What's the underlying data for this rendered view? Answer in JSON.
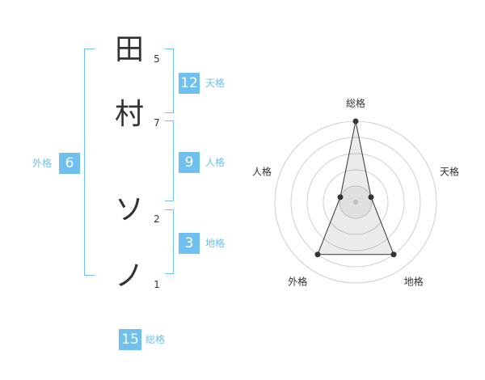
{
  "name": {
    "characters": [
      {
        "char": "田",
        "strokes": "5"
      },
      {
        "char": "村",
        "strokes": "7"
      },
      {
        "char": "ソ",
        "strokes": "2"
      },
      {
        "char": "ノ",
        "strokes": "1"
      }
    ]
  },
  "kaku": {
    "tenkaku": {
      "value": "12",
      "label": "天格"
    },
    "jinkaku": {
      "value": "9",
      "label": "人格"
    },
    "chikaku": {
      "value": "3",
      "label": "地格"
    },
    "gaikaku": {
      "value": "6",
      "label": "外格"
    },
    "soukaku": {
      "value": "15",
      "label": "総格"
    }
  },
  "radar": {
    "axes": [
      "総格",
      "天格",
      "地格",
      "外格",
      "人格"
    ],
    "values": [
      5,
      1,
      4,
      4,
      1
    ],
    "max": 5,
    "accent": "#6fc0ef"
  }
}
